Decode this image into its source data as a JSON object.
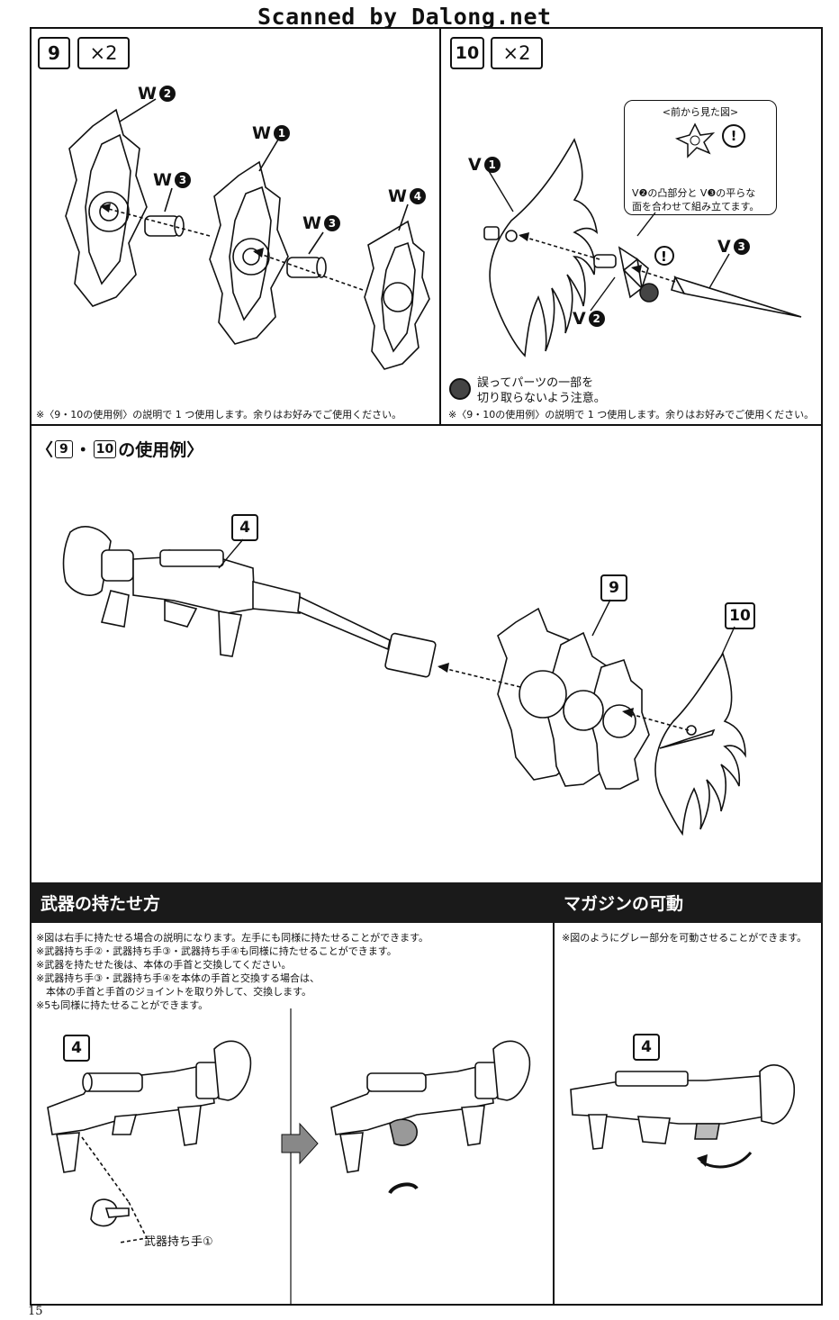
{
  "watermark": "Scanned by Dalong.net",
  "step9": {
    "number": "9",
    "multiplier": "×2",
    "parts": [
      "W",
      "W",
      "W",
      "W",
      "W"
    ],
    "part_nums": [
      "2",
      "1",
      "3",
      "3",
      "4"
    ],
    "note": "※〈9・10の使用例〉の説明で 1 つ使用します。余りはお好みでご使用ください。"
  },
  "step10": {
    "number": "10",
    "multiplier": "×2",
    "front_view_title": "<前から見た図>",
    "front_view_text_1": "V❷の凸部分と V❸の平らな",
    "front_view_text_2": "面を合わせて組み立てます。",
    "parts": [
      "V",
      "V",
      "V"
    ],
    "part_nums": [
      "1",
      "3",
      "2"
    ],
    "caution_1": "誤ってパーツの一部を",
    "caution_2": "切り取らないよう注意。",
    "note": "※〈9・10の使用例〉の説明で 1 つ使用します。余りはお好みでご使用ください。"
  },
  "example": {
    "title_open": "〈",
    "title_9": "9",
    "title_dot": "・",
    "title_10": "10",
    "title_rest": "の使用例〉",
    "label_4": "4",
    "label_9": "9",
    "label_10": "10"
  },
  "weapon_hold": {
    "title": "武器の持たせ方",
    "notes": [
      "※図は右手に持たせる場合の説明になります。左手にも同様に持たせることができます。",
      "※武器持ち手②・武器持ち手③・武器持ち手④も同様に持たせることができます。",
      "※武器を持たせた後は、本体の手首と交換してください。",
      "※武器持ち手③・武器持ち手④を本体の手首と交換する場合は、",
      "　本体の手首と手首のジョイントを取り外して、交換します。",
      "※5も同様に持たせることができます。"
    ],
    "label_4": "4",
    "hand_label": "武器持ち手①"
  },
  "magazine": {
    "title": "マガジンの可動",
    "note": "※図のようにグレー部分を可動させることができます。",
    "label_4": "4"
  },
  "page_number": "15"
}
